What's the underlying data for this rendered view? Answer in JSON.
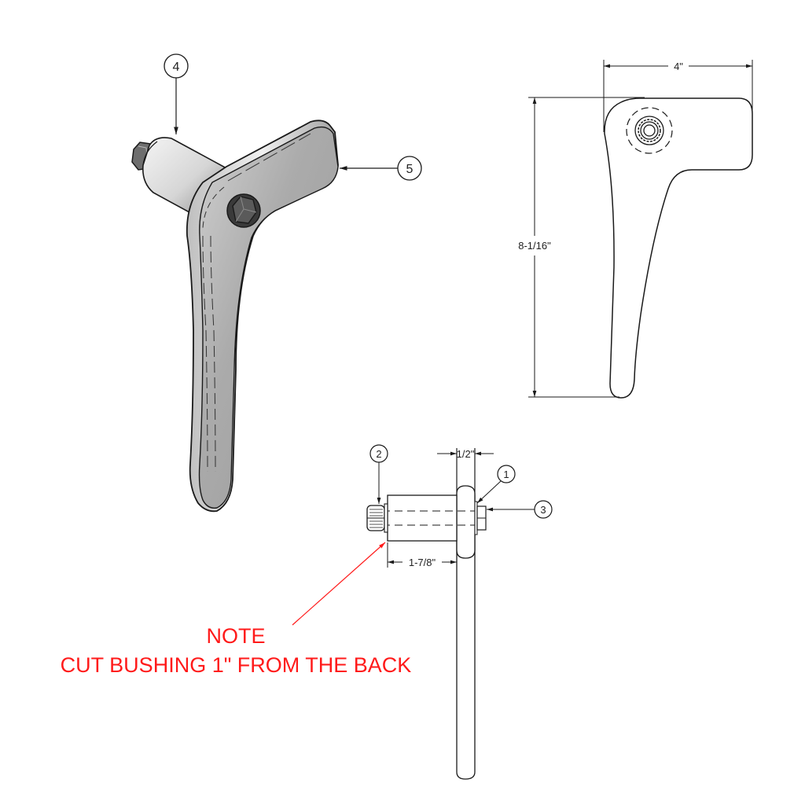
{
  "drawing": {
    "views": {
      "isometric": {
        "balloons": [
          {
            "id": "4",
            "label": "4"
          },
          {
            "id": "5",
            "label": "5"
          }
        ]
      },
      "front": {
        "dimensions": {
          "width": "4\"",
          "height": "8-1/16\""
        }
      },
      "side": {
        "dimensions": {
          "plate_thickness": "1/2\"",
          "bushing_length": "1-7/8\""
        },
        "balloons": [
          {
            "id": "1",
            "label": "1"
          },
          {
            "id": "2",
            "label": "2"
          },
          {
            "id": "3",
            "label": "3"
          }
        ]
      }
    },
    "note": {
      "title": "NOTE",
      "text": "CUT BUSHING 1\" FROM THE BACK",
      "color": "#ff1a1a"
    },
    "colors": {
      "line": "#1a1a1a",
      "part_fill": "#a9a9a9",
      "part_highlight": "#e8e8e8",
      "note": "#ff1a1a"
    }
  }
}
